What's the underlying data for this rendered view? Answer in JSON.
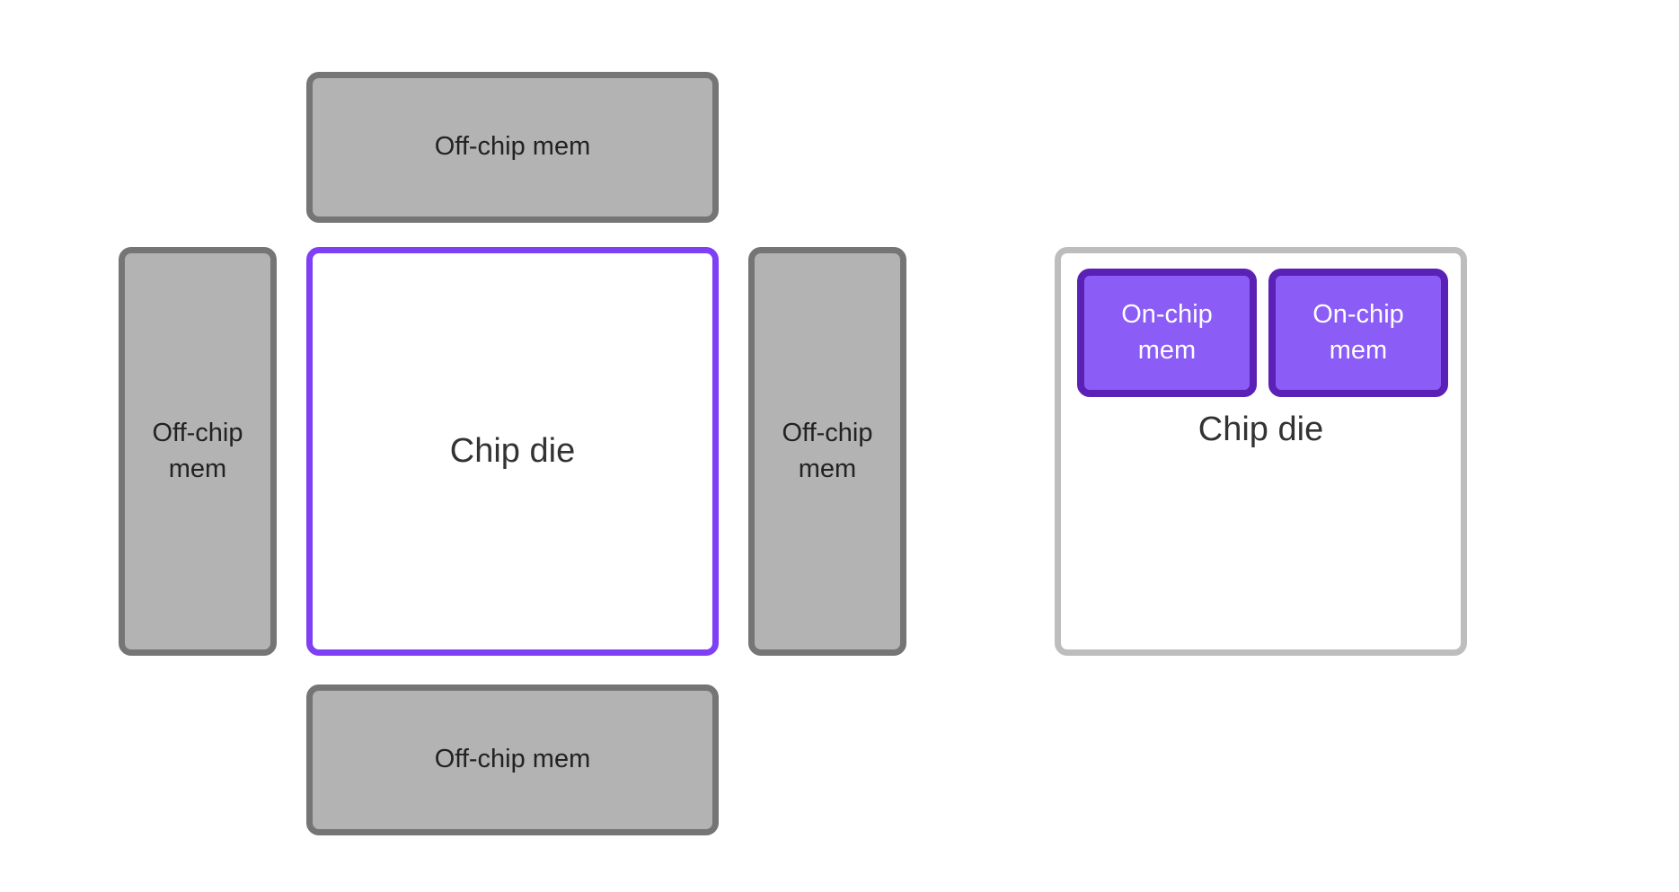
{
  "diagram": {
    "title": "Off-chip vs on-chip memory chip die layouts",
    "colors": {
      "background": "#ffffff",
      "offchip_fill": "#b3b3b3",
      "offchip_border": "#757575",
      "chipdie_purple_border": "#7f3ff5",
      "chipdie_gray_border": "#bdbdbd",
      "chipdie_fill": "#ffffff",
      "onchip_fill": "#8b5cf6",
      "onchip_border": "#5b21b6",
      "dark_text": "#333333",
      "light_text": "#ffffff"
    },
    "left_panel": {
      "chip_die_label": "Chip die",
      "memory_blocks": [
        {
          "position": "top",
          "label": "Off-chip mem"
        },
        {
          "position": "left",
          "label": "Off-chip\nmem"
        },
        {
          "position": "right",
          "label": "Off-chip\nmem"
        },
        {
          "position": "bottom",
          "label": "Off-chip mem"
        }
      ]
    },
    "right_panel": {
      "chip_die_label": "Chip die",
      "memory_blocks": [
        {
          "position": "inner-left",
          "label": "On-chip\nmem"
        },
        {
          "position": "inner-right",
          "label": "On-chip\nmem"
        }
      ]
    }
  }
}
